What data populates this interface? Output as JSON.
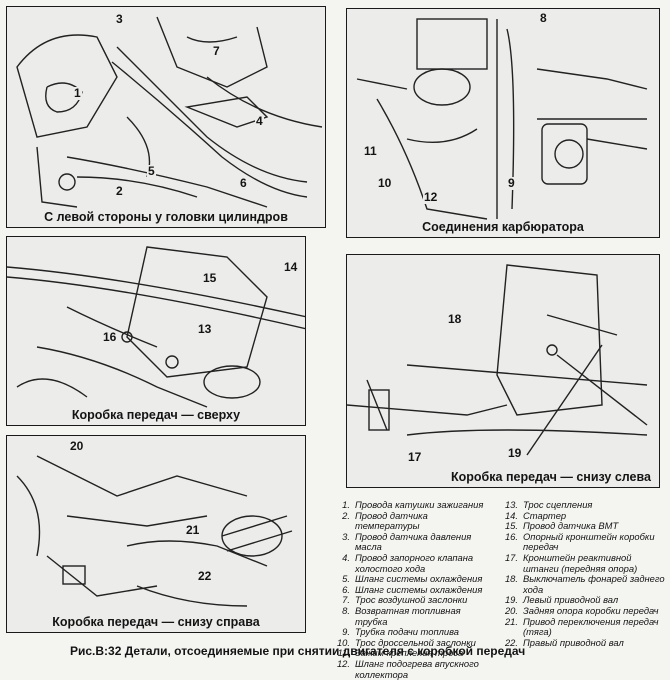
{
  "panels": {
    "p1": {
      "caption": "С левой стороны у головки цилиндров",
      "callouts": [
        "1",
        "2",
        "3",
        "4",
        "5",
        "6",
        "7"
      ]
    },
    "p2": {
      "caption": "Соединения карбюратора",
      "callouts": [
        "8",
        "9",
        "10",
        "11",
        "12"
      ]
    },
    "p3": {
      "caption": "Коробка передач — сверху",
      "callouts": [
        "13",
        "14",
        "15",
        "16"
      ]
    },
    "p4": {
      "caption": "Коробка передач — снизу слева",
      "callouts": [
        "17",
        "18",
        "19"
      ]
    },
    "p5": {
      "caption": "Коробка передач — снизу справа",
      "callouts": [
        "20",
        "21",
        "22"
      ]
    }
  },
  "legend": {
    "left": [
      {
        "n": "1.",
        "t": "Провода катушки зажигания"
      },
      {
        "n": "2.",
        "t": "Провод датчика температуры"
      },
      {
        "n": "3.",
        "t": "Провод датчика давления масла"
      },
      {
        "n": "4.",
        "t": "Провод запорного клапана холостого хода"
      },
      {
        "n": "5.",
        "t": "Шланг системы охлаждения"
      },
      {
        "n": "6.",
        "t": "Шланг системы охлаждения"
      },
      {
        "n": "7.",
        "t": "Трос воздушной заслонки"
      },
      {
        "n": "8.",
        "t": "Возвратная топливная трубка"
      },
      {
        "n": "9.",
        "t": "Трубка подачи топлива"
      },
      {
        "n": "10.",
        "t": "Трос дроссельной заслонки"
      },
      {
        "n": "11.",
        "t": "Зажим крепления троса"
      },
      {
        "n": "12.",
        "t": "Шланг подогрева впускного коллектора"
      }
    ],
    "right": [
      {
        "n": "13.",
        "t": "Трос сцепления"
      },
      {
        "n": "14.",
        "t": "Стартер"
      },
      {
        "n": "15.",
        "t": "Провод датчика ВМТ"
      },
      {
        "n": "16.",
        "t": "Опорный кронштейн коробки передач"
      },
      {
        "n": "17.",
        "t": "Кронштейн реактивной штанги (передняя опора)"
      },
      {
        "n": "18.",
        "t": "Выключатель фонарей заднего хода"
      },
      {
        "n": "19.",
        "t": "Левый приводной вал"
      },
      {
        "n": "20.",
        "t": "Задняя опора коробки передач"
      },
      {
        "n": "21.",
        "t": "Привод переключения передач (тяга)"
      },
      {
        "n": "22.",
        "t": "Правый приводной вал"
      }
    ]
  },
  "figure_caption": "Рис.В:32 Детали, отсоединяемые при снятии двигателя с коробкой передач"
}
